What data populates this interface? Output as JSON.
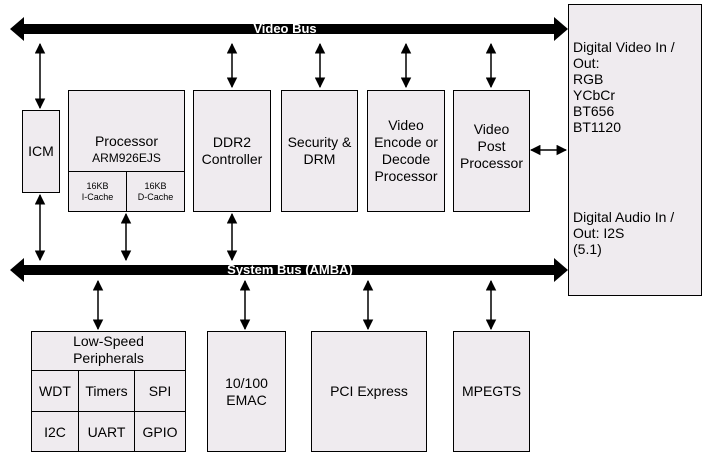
{
  "buses": {
    "video": "Video Bus",
    "system": "System Bus  (AMBA)"
  },
  "blocks": {
    "icm": "ICM",
    "processor": {
      "title": "Processor",
      "model": "ARM926EJS",
      "icache": "16KB\nI-Cache",
      "dcache": "16KB\nD-Cache"
    },
    "ddr2": "DDR2\nController",
    "security": "Security &\nDRM",
    "video_codec": "Video\nEncode or\nDecode\nProcessor",
    "video_post": "Video\nPost\nProcessor",
    "digital_io": {
      "video": "Digital Video In /\nOut:\nRGB\nYCbCr\nBT656\nBT1120",
      "audio": "Digital Audio In /\nOut: I2S\n(5.1)"
    },
    "low_speed": {
      "title": "Low-Speed\nPeripherals",
      "cells": [
        "WDT",
        "Timers",
        "SPI",
        "I2C",
        "UART",
        "GPIO"
      ]
    },
    "emac": "10/100\nEMAC",
    "pci": "PCI Express",
    "mpegts": "MPEGTS"
  }
}
